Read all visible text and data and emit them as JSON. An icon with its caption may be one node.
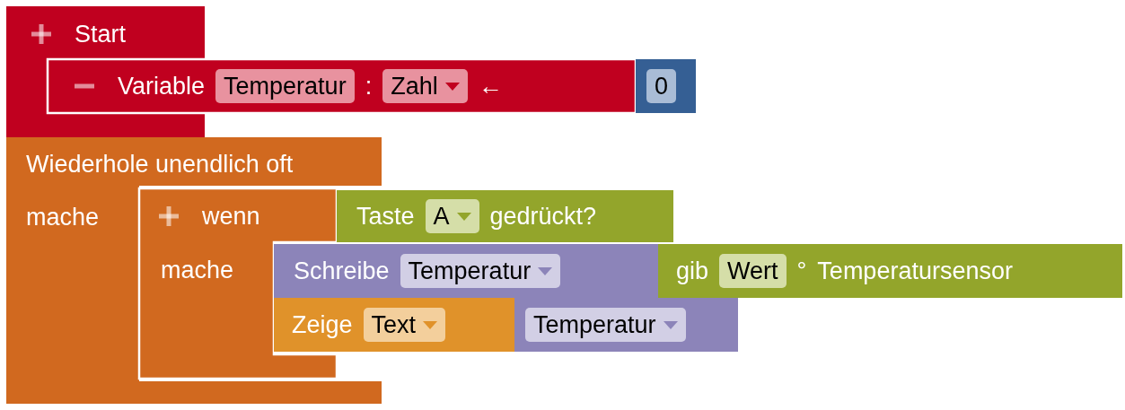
{
  "diagram": {
    "nodes": [
      {
        "text": [
          "Start"
        ]
      },
      {
        "text": [
          "Variable",
          ":",
          "←"
        ]
      },
      {
        "text": [
          "Temperatur"
        ],
        "in": 1
      },
      {
        "text": [
          "Zahl"
        ],
        "in": 1
      },
      {
        "text": [],
        "shape": "box"
      },
      {
        "text": [
          "0"
        ],
        "in": 4
      },
      {
        "text": [
          "Wiederhole unendlich oft",
          "mache"
        ]
      },
      {
        "text": [
          "wenn",
          "mache"
        ],
        "in": 6
      },
      {
        "text": [
          "Taste",
          "gedrückt?"
        ]
      },
      {
        "text": [
          "A"
        ],
        "in": 8
      },
      {
        "text": [
          "Schreibe"
        ]
      },
      {
        "text": [
          "Temperatur"
        ],
        "in": 10
      },
      {
        "text": [
          "gib",
          "°",
          "Temperatursensor"
        ]
      },
      {
        "text": [
          "Wert"
        ],
        "in": 12
      },
      {
        "text": [
          "Zeige"
        ]
      },
      {
        "text": [
          "Text"
        ],
        "in": 14
      },
      {
        "text": [],
        "shape": "box"
      },
      {
        "text": [
          "Temperatur"
        ],
        "in": 16
      }
    ],
    "edges": []
  }
}
